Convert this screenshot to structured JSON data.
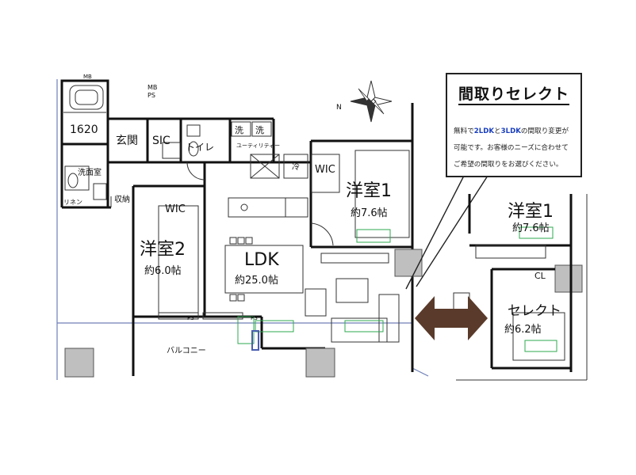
{
  "rooms": {
    "bath_size": "1620",
    "entrance": "玄関",
    "sic": "SIC",
    "toilet": "トイレ",
    "wash1": "洗",
    "wash2": "洗",
    "utility": "ユーティリティー",
    "washroom": "洗面室",
    "storage": "収納",
    "linen": "リネン",
    "wic_bed2": "WIC",
    "wic_bed1": "WIC",
    "fridge": "冷",
    "bed1_name": "洋室1",
    "bed1_area": "約7.6帖",
    "bed2_name": "洋室2",
    "bed2_area": "約6.0帖",
    "ldk_name": "LDK",
    "ldk_area": "約25.0帖",
    "balcony": "バルコニー",
    "mb": "MB",
    "mbps": "MB\nPS",
    "ps1": "PS",
    "ps2": "PS",
    "alt_bed1_name": "洋室1",
    "alt_bed1_area": "約7.6帖",
    "alt_cl": "CL",
    "alt_select_name": "セレクト",
    "alt_select_area": "約6.2帖",
    "compass_n": "N"
  },
  "callout": {
    "title": "間取りセレクト",
    "line1_pre": "無料で",
    "line1_hl1": "2LDK",
    "line1_mid": "と",
    "line1_hl2": "3LDK",
    "line1_post": "の間取り変更が",
    "line2": "可能です。お客様のニーズに合わせて",
    "line3": "ご希望の間取りをお選びください。"
  },
  "colors": {
    "wall": "#111111",
    "pillar": "#bfbfbf",
    "outline_blue": "#5a6fb0",
    "arrow": "#5a3a2a",
    "furniture_green": "#2fa84f"
  }
}
